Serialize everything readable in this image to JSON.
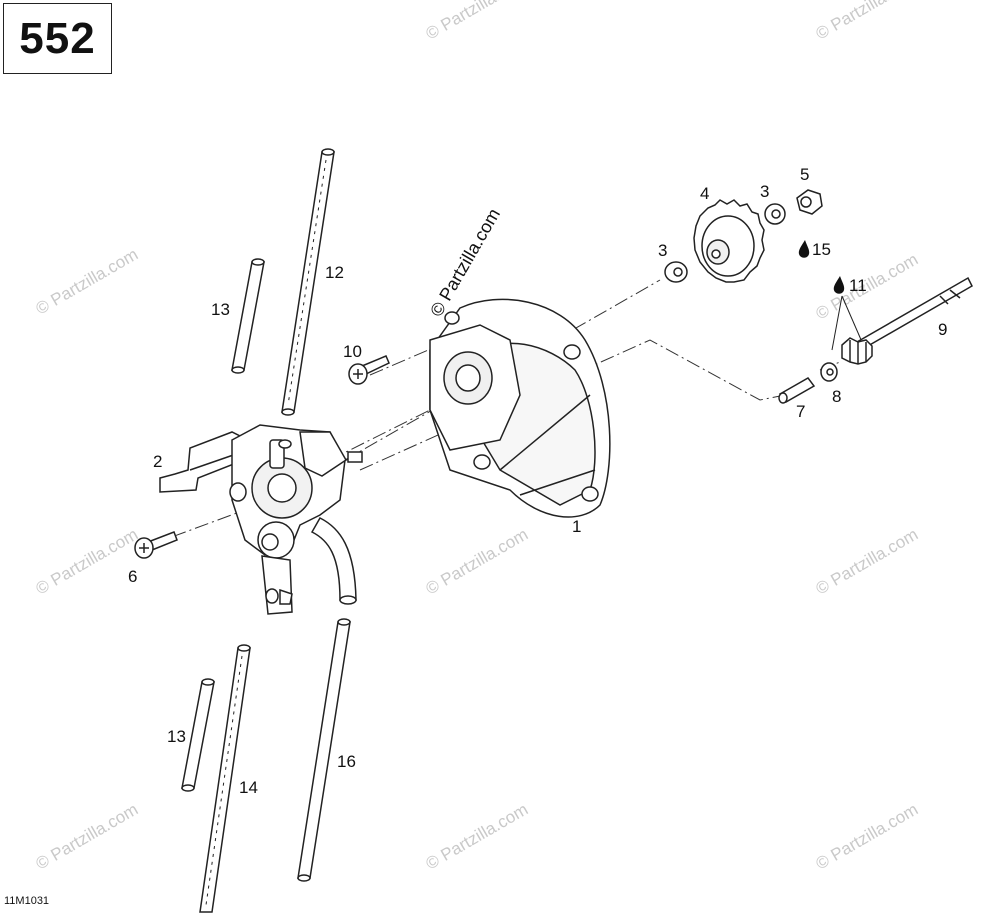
{
  "diagram": {
    "page_number": "552",
    "figure_code": "11M1031",
    "watermark_text": "© Partzilla.com",
    "watermark_inline": "© Partzilla.com",
    "callouts": {
      "c1": "1",
      "c2": "2",
      "c3a": "3",
      "c3b": "3",
      "c4": "4",
      "c5": "5",
      "c6": "6",
      "c7": "7",
      "c8": "8",
      "c9": "9",
      "c10": "10",
      "c11": "11",
      "c12": "12",
      "c13a": "13",
      "c13b": "13",
      "c14": "14",
      "c15": "15",
      "c16": "16"
    },
    "colors": {
      "ink": "#222222",
      "watermark": "#c9c9c9",
      "background": "#ffffff"
    }
  }
}
